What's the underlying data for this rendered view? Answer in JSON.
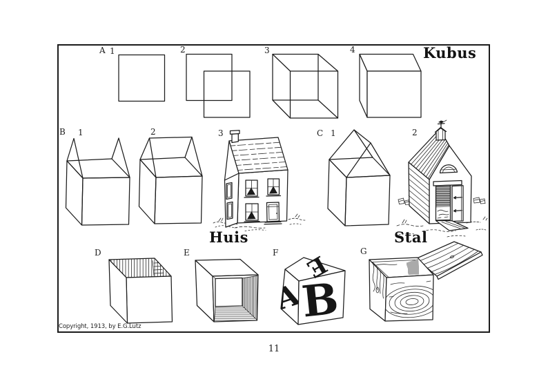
{
  "plate": {
    "sections": {
      "A": {
        "label": "A",
        "steps": [
          "1",
          "2",
          "3",
          "4"
        ],
        "title": "Kubus"
      },
      "B": {
        "label": "B",
        "steps": [
          "1",
          "2",
          "3"
        ],
        "title": "Huis"
      },
      "C": {
        "label": "C",
        "steps": [
          "1",
          "2"
        ],
        "title": "Stal"
      },
      "D": {
        "label": "D"
      },
      "E": {
        "label": "E"
      },
      "F": {
        "label": "F"
      },
      "G": {
        "label": "G"
      }
    },
    "block_letters": {
      "top": "E",
      "side": "A",
      "front": "B"
    },
    "copyright": "Copyright, 1913, by E.G.Lutz"
  },
  "page": {
    "number": "11"
  },
  "colors": {
    "ink": "#1c1c1c",
    "paper": "#ffffff"
  }
}
